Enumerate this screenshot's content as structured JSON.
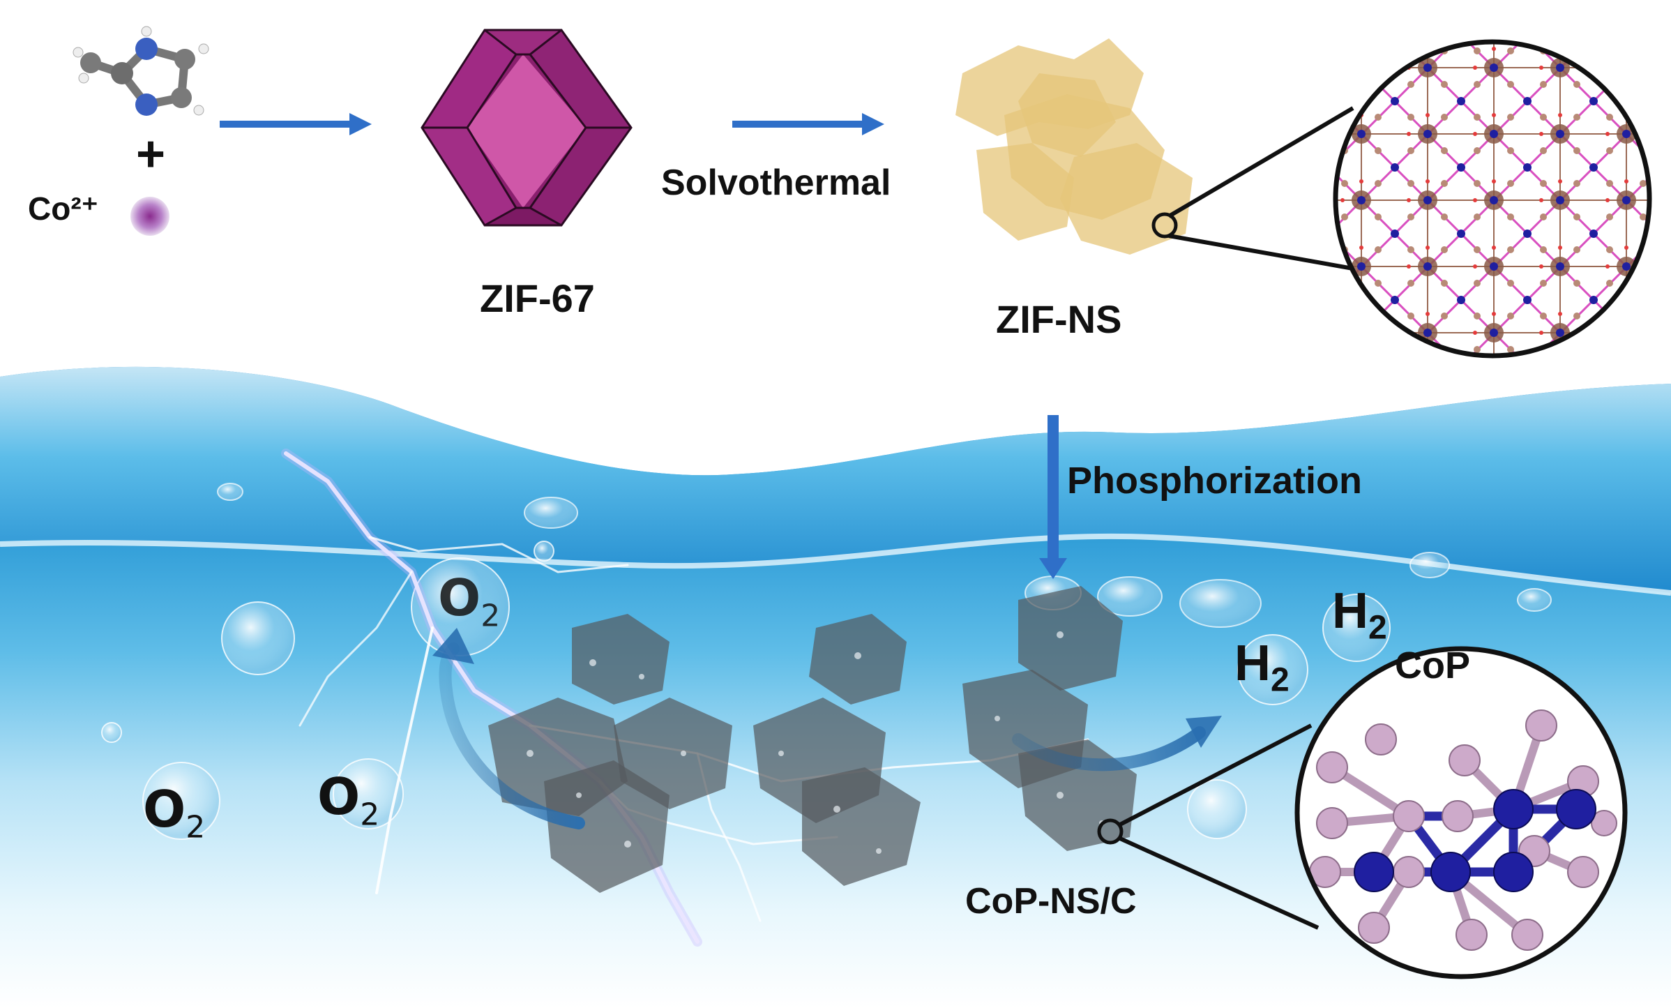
{
  "synthesis": {
    "ion_label": "Co²⁺",
    "plus_sign": "+",
    "zif67_label": "ZIF-67",
    "step1_label": "Solvothermal",
    "zifns_label": "ZIF-NS"
  },
  "water": {
    "step2_label": "Phosphorization",
    "product_label": "CoP-NS/C",
    "inset_label": "CoP",
    "h2_labels": [
      {
        "main": "H",
        "sub": "2"
      },
      {
        "main": "H",
        "sub": "2"
      }
    ],
    "o2_labels": [
      {
        "main": "O",
        "sub": "2"
      },
      {
        "main": "O",
        "sub": "2"
      },
      {
        "main": "O",
        "sub": "2"
      }
    ]
  },
  "colors": {
    "arrow": "#2f6fc8",
    "zif67_face": "#c34fa3",
    "zif67_dark": "#8a1f6e",
    "zifns": "#e5c57a",
    "water_deep": "#1e8ed0",
    "water_light": "#e6f6fd",
    "co_atom": "#1f1fa0",
    "p_atom": "#c8a6c6",
    "nanosheet": "#555a5e"
  }
}
